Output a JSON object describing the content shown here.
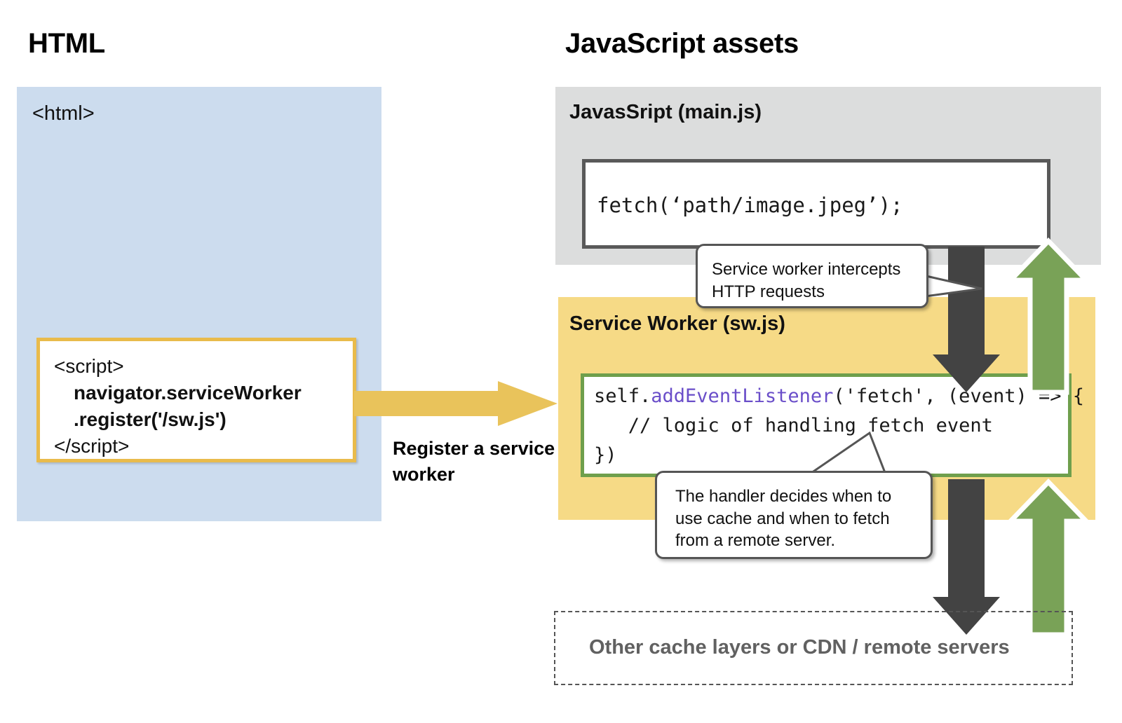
{
  "columns": {
    "html_title": "HTML",
    "js_title": "JavaScript assets"
  },
  "html_panel": {
    "tag": "<html>",
    "bg_color": "#ccdcee",
    "script_box": {
      "border_color": "#e9bb4b",
      "lines": [
        "<script>",
        "navigator.serviceWorker",
        ".register('/sw.js')",
        "</script>"
      ]
    }
  },
  "register_arrow": {
    "label": "Register a service worker",
    "color": "#e9c35b",
    "direction": "right"
  },
  "mainjs_panel": {
    "title": "JavasSript (main.js)",
    "bg_color": "#dcdddd",
    "code_box": {
      "border_color": "#595959",
      "code": "fetch(‘path/image.jpeg’);"
    }
  },
  "sw_panel": {
    "title": "Service Worker (sw.js)",
    "bg_color": "#f6da86",
    "code_box": {
      "border_color": "#6f9f4c",
      "line1_prefix": "self.",
      "line1_keyword": "addEventListener",
      "line1_suffix": "('fetch', (event) => {",
      "line2": "   // logic of handling fetch event",
      "line3": "})",
      "keyword_color": "#6a4ec9"
    }
  },
  "callouts": [
    {
      "id": "intercept",
      "line1": "Service worker intercepts",
      "line2": "HTTP requests"
    },
    {
      "id": "handler",
      "line1": "The handler decides when to",
      "line2": "use cache and when to fetch",
      "line3": "from a remote server."
    }
  ],
  "remote_box": {
    "label": "Other cache layers or CDN / remote servers",
    "border_style": "dashed",
    "text_color": "#616161"
  },
  "flow_arrows": {
    "request_color": "#434343",
    "response_color": "#79a257",
    "request_direction": "down",
    "response_direction": "up"
  }
}
